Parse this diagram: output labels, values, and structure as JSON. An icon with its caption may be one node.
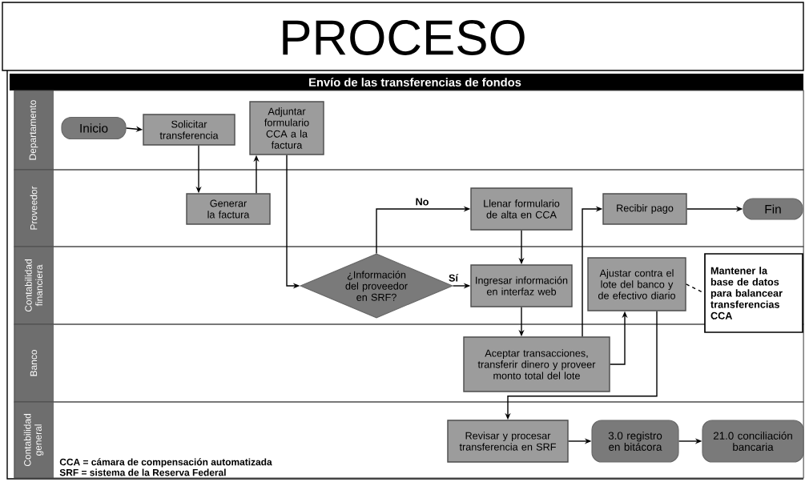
{
  "diagram": {
    "title": "PROCESO",
    "nodes": [
      {
        "text": [
          "Departamento"
        ]
      },
      {
        "text": [
          "Proveedor"
        ]
      },
      {
        "text": [
          "Contabilidad financiera"
        ]
      },
      {
        "text": [
          "Banco"
        ]
      },
      {
        "text": [
          "Contabilidad general"
        ]
      },
      {
        "text": [
          "Inicio"
        ],
        "in": 0
      },
      {
        "text": [
          "Solicitar transferencia"
        ],
        "in": 0
      },
      {
        "text": [
          "Adjuntar formulario CCA a la factura"
        ],
        "in": 0
      },
      {
        "text": [
          "Generar la factura"
        ],
        "in": 1
      },
      {
        "text": [
          "Llenar formulario de alta en CCA"
        ],
        "in": 1
      },
      {
        "text": [
          "Recibir pago"
        ],
        "in": 1
      },
      {
        "text": [
          "Fin"
        ],
        "in": 1
      },
      {
        "text": [
          "¿Información del proveedor en SRF?"
        ],
        "in": 2
      },
      {
        "text": [
          "Ingresar información en interfaz web"
        ],
        "in": 2
      },
      {
        "text": [
          "Ajustar contra el lote del banco y de efectivo diario"
        ],
        "in": 2
      },
      {
        "text": [
          "Mantener la base de datos para balancear transferencias CCA"
        ]
      },
      {
        "text": [
          "Aceptar transacciones, transferir dinero y proveer monto total del lote"
        ],
        "in": 3
      },
      {
        "text": [
          "Revisar y procesar transferencia en SRF"
        ],
        "in": 4
      },
      {
        "text": [
          "3.0 registro en bitácora"
        ],
        "in": 4
      },
      {
        "text": [
          "21.0 conciliación bancaria"
        ],
        "in": 4
      }
    ],
    "edges": [
      {
        "from": 5,
        "to": 6,
        "arrow": "to"
      },
      {
        "from": 6,
        "to": 8,
        "arrow": "to"
      },
      {
        "from": 8,
        "to": 7,
        "arrow": "to"
      },
      {
        "from": 7,
        "to": 12,
        "arrow": "to"
      },
      {
        "from": 12,
        "to": 9,
        "arrow": "to",
        "label": "No"
      },
      {
        "from": 12,
        "to": 13,
        "arrow": "to",
        "label": "Sí"
      },
      {
        "from": 9,
        "to": 13,
        "arrow": "to"
      },
      {
        "from": 13,
        "to": 16,
        "arrow": "to"
      },
      {
        "from": 16,
        "to": 10,
        "arrow": "to"
      },
      {
        "from": 16,
        "to": 14,
        "arrow": "to"
      },
      {
        "from": 14,
        "to": 17,
        "arrow": "to"
      },
      {
        "from": 17,
        "to": 18,
        "arrow": "to"
      },
      {
        "from": 18,
        "to": 19,
        "arrow": "to"
      },
      {
        "from": 10,
        "to": 11,
        "arrow": "to"
      },
      {
        "from": 14,
        "to": 15,
        "arrow": "none",
        "style": "dashed"
      }
    ],
    "labels": [
      "Envío de las transferencias de fondos",
      "CCA = cámara de compensación automatizada",
      "SRF = sistema de la Reserva Federal"
    ]
  }
}
